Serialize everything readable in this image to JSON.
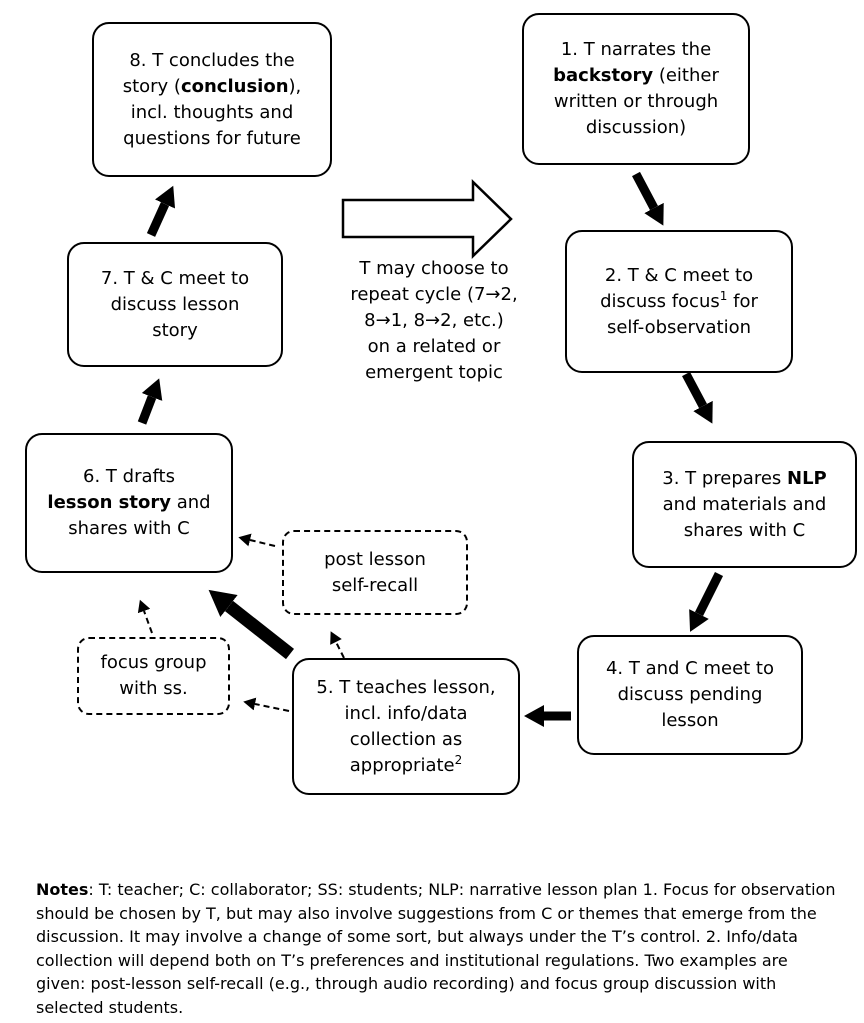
{
  "page": {
    "background": "#ffffff",
    "ink": "#000000"
  },
  "diagram": {
    "steps": [
      {
        "name": "step-1",
        "lines": [
          [
            {
              "t": "1. T narrates the"
            }
          ],
          [
            {
              "t": "backstory",
              "b": true
            },
            {
              "t": " (either"
            }
          ],
          [
            {
              "t": "written or through"
            }
          ],
          [
            {
              "t": "discussion)"
            }
          ]
        ]
      },
      {
        "name": "step-2",
        "lines": [
          [
            {
              "t": "2. T & C meet to"
            }
          ],
          [
            {
              "t": "discuss focus"
            },
            {
              "t": "1",
              "s": true
            },
            {
              "t": " for"
            }
          ],
          [
            {
              "t": "self-observation"
            }
          ]
        ]
      },
      {
        "name": "step-3",
        "lines": [
          [
            {
              "t": "3. T prepares "
            },
            {
              "t": "NLP",
              "b": true
            }
          ],
          [
            {
              "t": "and materials and"
            }
          ],
          [
            {
              "t": "shares with C"
            }
          ]
        ]
      },
      {
        "name": "step-4",
        "lines": [
          [
            {
              "t": "4. T and C meet to"
            }
          ],
          [
            {
              "t": "discuss pending"
            }
          ],
          [
            {
              "t": "lesson"
            }
          ]
        ]
      },
      {
        "name": "step-5",
        "lines": [
          [
            {
              "t": "5. T teaches lesson,"
            }
          ],
          [
            {
              "t": "incl. info/data"
            }
          ],
          [
            {
              "t": "collection as"
            }
          ],
          [
            {
              "t": "appropriate"
            },
            {
              "t": "2",
              "s": true
            }
          ]
        ]
      },
      {
        "name": "step-6",
        "lines": [
          [
            {
              "t": "6. T drafts"
            }
          ],
          [
            {
              "t": "lesson story",
              "b": true
            },
            {
              "t": " and"
            }
          ],
          [
            {
              "t": "shares with C"
            }
          ]
        ]
      },
      {
        "name": "step-7",
        "lines": [
          [
            {
              "t": "7. T & C meet to"
            }
          ],
          [
            {
              "t": "discuss lesson"
            }
          ],
          [
            {
              "t": "story"
            }
          ]
        ]
      },
      {
        "name": "step-8",
        "lines": [
          [
            {
              "t": "8. T concludes the"
            }
          ],
          [
            {
              "t": "story ("
            },
            {
              "t": "conclusion",
              "b": true
            },
            {
              "t": "),"
            }
          ],
          [
            {
              "t": "incl. thoughts and"
            }
          ],
          [
            {
              "t": "questions for future"
            }
          ]
        ]
      }
    ],
    "optional_boxes": [
      {
        "name": "post-lesson-self-recall",
        "lines": [
          [
            {
              "t": "post lesson"
            }
          ],
          [
            {
              "t": "self-recall"
            }
          ]
        ]
      },
      {
        "name": "focus-group-with-ss",
        "lines": [
          [
            {
              "t": "focus group"
            }
          ],
          [
            {
              "t": "with ss."
            }
          ]
        ]
      }
    ],
    "cycle_note": {
      "lines": [
        [
          {
            "t": "T may choose to"
          }
        ],
        [
          {
            "t": "repeat cycle (7→2,"
          }
        ],
        [
          {
            "t": "8→1, 8→2, etc.)"
          }
        ],
        [
          {
            "t": "on a related or"
          }
        ],
        [
          {
            "t": "emergent topic"
          }
        ]
      ]
    }
  },
  "notes": {
    "lines": [
      [
        {
          "t": "Notes",
          "b": true
        },
        {
          "t": ": T: teacher; C: collaborator; SS: students; NLP: narrative lesson plan 1. Focus for observation should be chosen by T, but may also involve suggestions from C or themes that emerge from the discussion. It may involve a change of some sort, but always under the T’s control. 2. Info/data collection will depend both on T’s preferences and institutional regulations. Two examples are given: post-lesson self-recall (e.g., through audio recording) and focus group discussion with selected students."
        }
      ]
    ]
  }
}
